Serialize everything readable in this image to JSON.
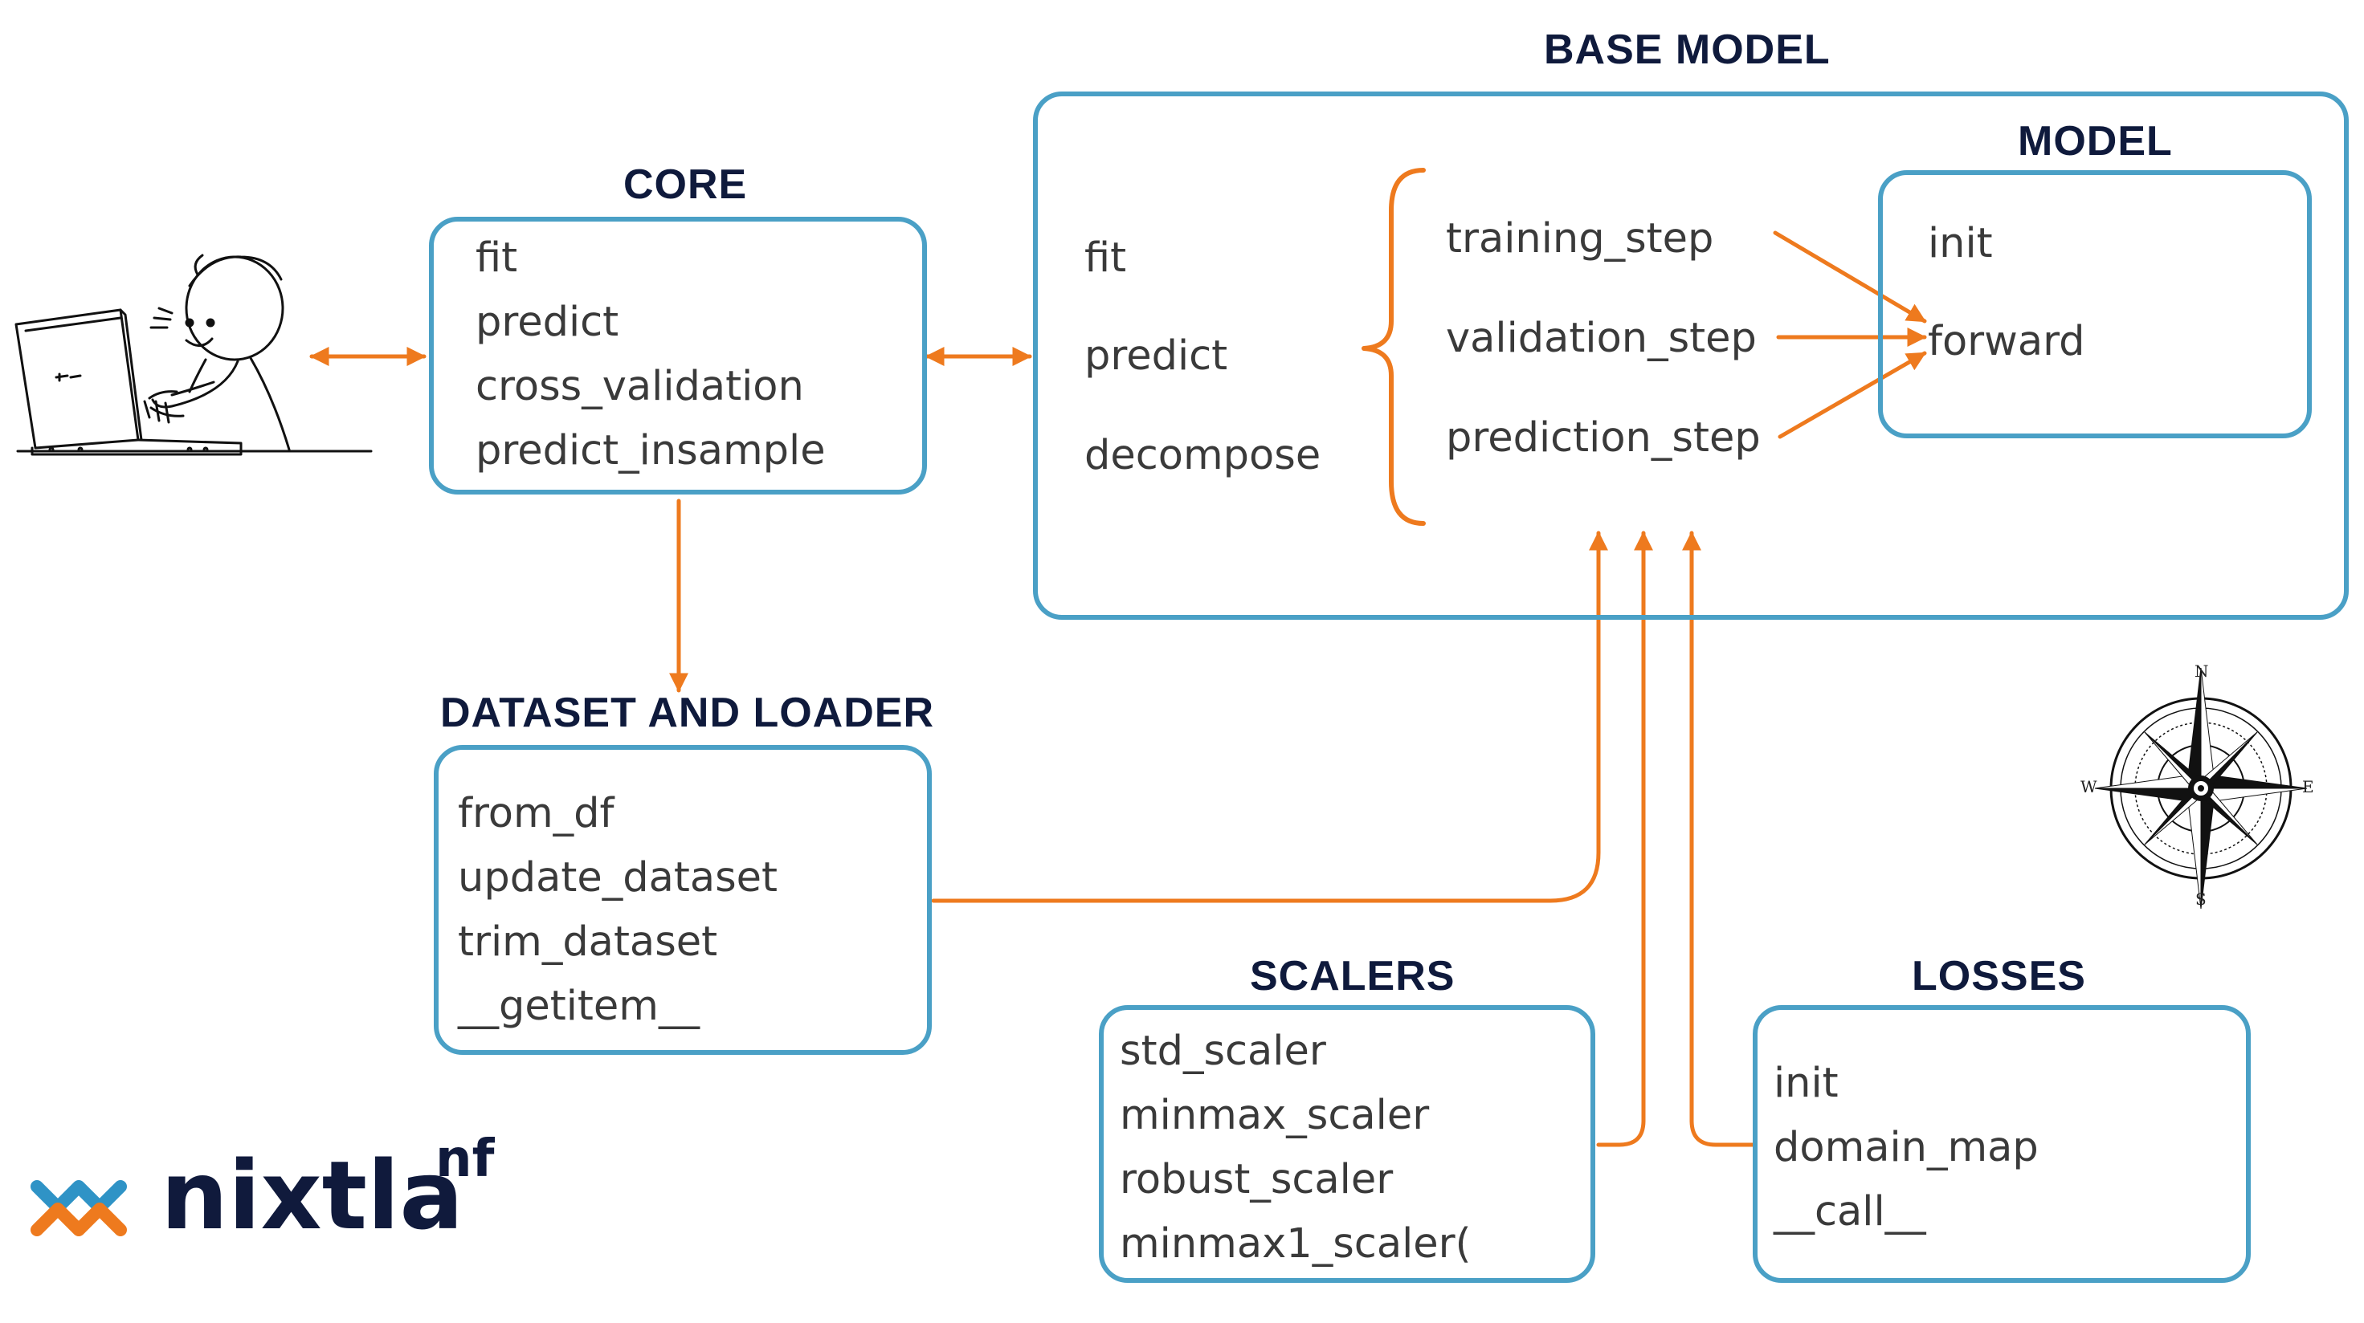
{
  "colors": {
    "box_border": "#4aa0c6",
    "arrow": "#ee7a1e",
    "title": "#0f1a3c",
    "text": "#3a3a3a"
  },
  "core": {
    "title": "CORE",
    "items": [
      "fit",
      "predict",
      "cross_validation",
      "predict_insample"
    ]
  },
  "dataset": {
    "title": "DATASET AND LOADER",
    "items": [
      "from_df",
      "update_dataset",
      "trim_dataset",
      "__getitem__"
    ]
  },
  "base_model": {
    "title": "BASE MODEL",
    "methods": [
      "fit",
      "predict",
      "decompose"
    ],
    "steps": [
      "training_step",
      "validation_step",
      "prediction_step"
    ]
  },
  "model": {
    "title": "MODEL",
    "items": [
      "init",
      "forward"
    ]
  },
  "scalers": {
    "title": "SCALERS",
    "items": [
      "std_scaler",
      "minmax_scaler",
      "robust_scaler",
      "minmax1_scaler("
    ]
  },
  "losses": {
    "title": "LOSSES",
    "items": [
      "init",
      "domain_map",
      "__call__"
    ]
  },
  "logo": {
    "text": "nixtla",
    "superscript": "nf"
  },
  "compass": {
    "n": "N",
    "s": "S",
    "e": "E",
    "w": "W"
  },
  "icons": {
    "user": "person-at-laptop-icon",
    "compass": "compass-rose-icon",
    "logo": "nixtla-logo-icon"
  }
}
